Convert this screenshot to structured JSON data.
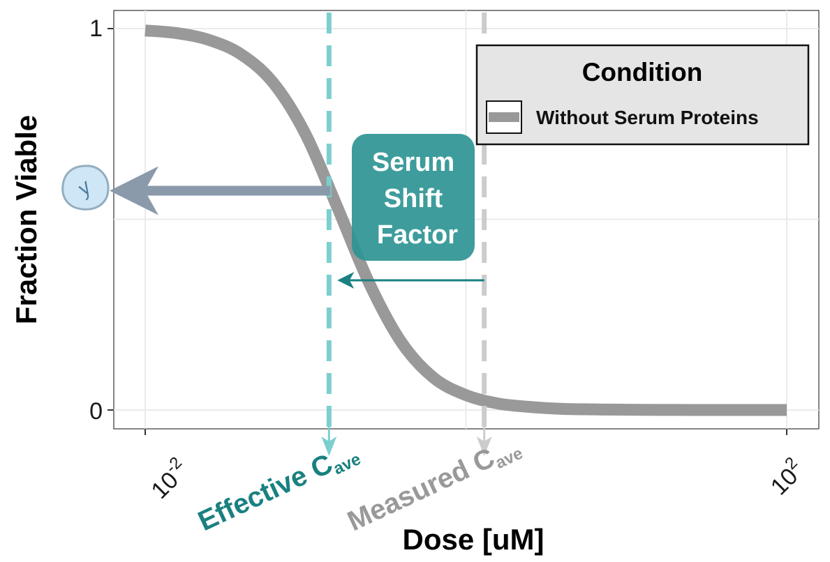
{
  "chart_data": {
    "type": "line",
    "xlabel": "Dose [uM]",
    "ylabel": "Fraction Viable",
    "x_scale": "log10",
    "xlim": [
      0.01,
      100
    ],
    "ylim": [
      0,
      1
    ],
    "x_ticks": [
      {
        "base": "10",
        "exp": "-2",
        "value": 0.01
      },
      {
        "base": "10",
        "exp": "2",
        "value": 100
      }
    ],
    "y_ticks": [
      {
        "label": "0",
        "value": 0
      },
      {
        "label": "1",
        "value": 1
      }
    ],
    "grid": true,
    "series": [
      {
        "color": "#999999",
        "x": [
          0.01,
          0.0158,
          0.0251,
          0.0398,
          0.0631,
          0.1,
          0.158,
          0.251,
          0.398,
          0.631,
          1.0,
          1.58,
          2.51,
          3.98,
          6.31,
          10,
          15.8,
          25.1,
          39.8,
          63.1,
          100
        ],
        "y": [
          0.995,
          0.988,
          0.97,
          0.932,
          0.857,
          0.723,
          0.531,
          0.33,
          0.176,
          0.084,
          0.039,
          0.017,
          0.008,
          0.003,
          0.0015,
          0.0007,
          0.0003,
          0.0001,
          0.0,
          0.0,
          0.0
        ]
      }
    ],
    "legend": {
      "title": "Condition",
      "position": "top-right",
      "entries": [
        {
          "label": "Without Serum Proteins",
          "color": "#999999"
        }
      ]
    },
    "annotations": {
      "effective_line": {
        "x": 0.14,
        "color": "#7dcfcf",
        "label_main": "Effective C",
        "label_sub": "ave",
        "label_color": "#1a8080"
      },
      "measured_line": {
        "x": 1.3,
        "color": "#cccccc",
        "label_main": "Measured C",
        "label_sub": "ave",
        "label_color": "#999999"
      },
      "horizontal_arrow": {
        "y": 0.575,
        "color": "#8a9aab"
      },
      "shift_arrow": {
        "y": 0.34,
        "color": "#1a8080"
      },
      "shift_box": {
        "lines": [
          "Serum",
          "Shift",
          "Factor"
        ],
        "color": "#2e9494",
        "text_color": "#ffffff"
      },
      "y_badge": {
        "text": "y",
        "fill": "#cfe6f7",
        "stroke": "#93aebf",
        "text_color": "#4f7f9e"
      }
    }
  }
}
